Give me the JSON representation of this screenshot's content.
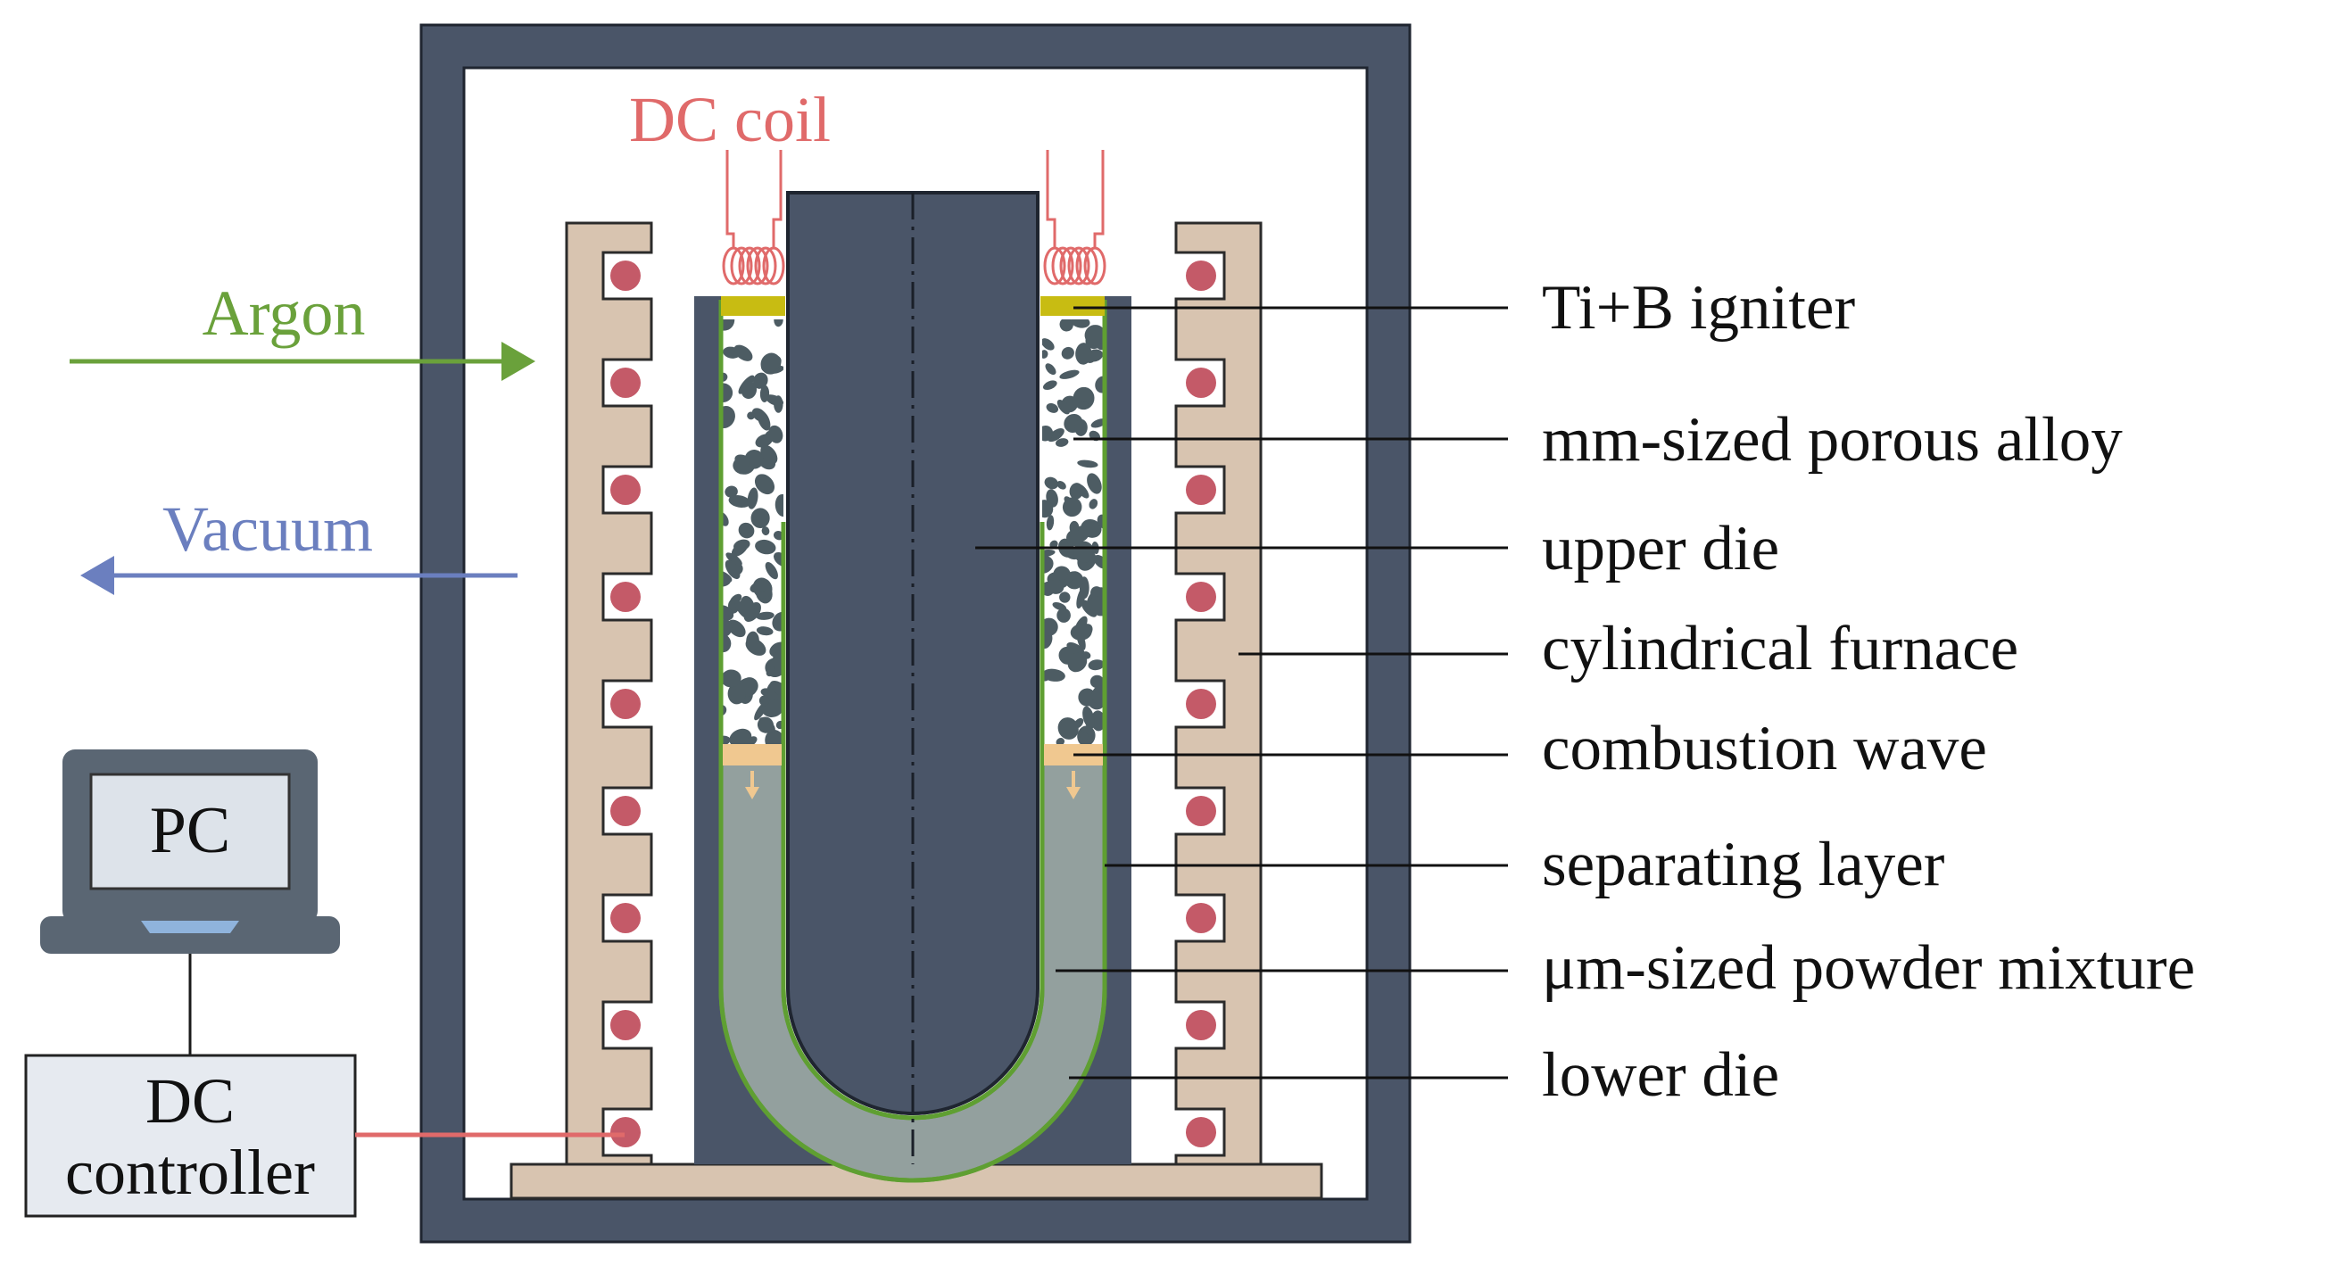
{
  "colors": {
    "chamber": "#4a5568",
    "chamber_stroke": "#1f2530",
    "die": "#4a5568",
    "furnace": "#d8c4b0",
    "furnace_stroke": "#2b2b2b",
    "heater": "#c45a68",
    "igniter": "#c8bc12",
    "porous_spot": "#4d5c63",
    "powder": "#93a09e",
    "separating_layer": "#5f9f32",
    "combustion_wave": "#f0c890",
    "coil": "#e06a6a",
    "argon": "#6aa13b",
    "vacuum": "#6b7fbf",
    "pc_body": "#5a6673",
    "pc_screen": "#dde3ea",
    "pc_trackpad": "#8fb3dc",
    "controller_fill": "#e6eaf0",
    "controller_wire": "#e06a6a"
  },
  "labels": {
    "dc_coil": "DC coil",
    "argon": "Argon",
    "vacuum": "Vacuum",
    "pc": "PC",
    "controller_line1": "DC",
    "controller_line2": "controller",
    "igniter": "Ti+B igniter",
    "porous_alloy": "mm-sized porous alloy",
    "upper_die": "upper die",
    "furnace": "cylindrical furnace",
    "combustion_wave": "combustion wave",
    "separating_layer": "separating layer",
    "powder_mixture": "μm-sized powder mixture",
    "lower_die": "lower die"
  }
}
